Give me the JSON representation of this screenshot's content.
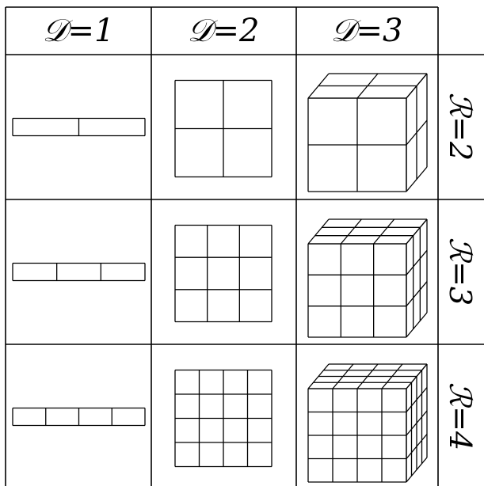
{
  "headers": [
    "𝒟=1",
    "𝒟=2",
    "𝒟=3"
  ],
  "row_labels": [
    "ℛ=2",
    "ℛ=3",
    "ℛ=4"
  ],
  "resolutions": [
    2,
    3,
    4
  ],
  "dimensions": [
    1,
    2,
    3
  ]
}
